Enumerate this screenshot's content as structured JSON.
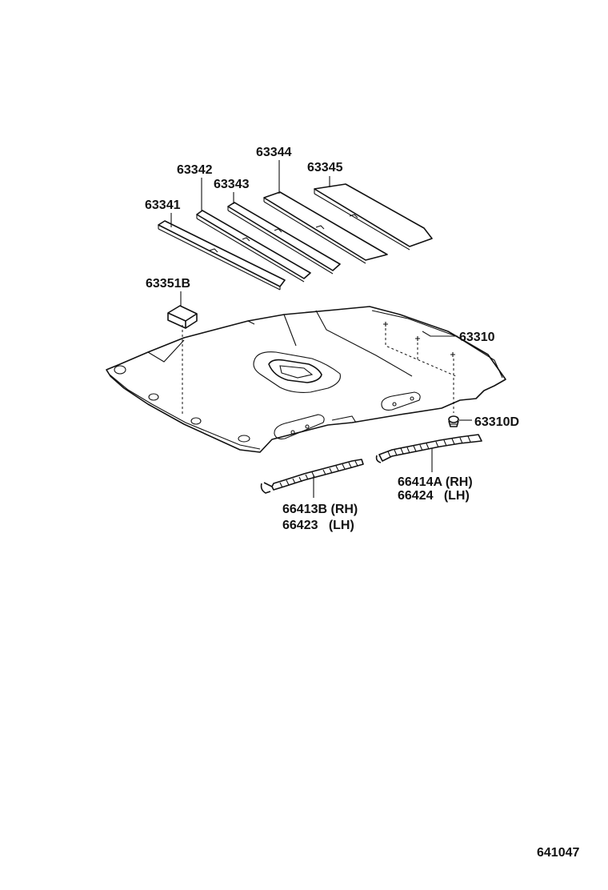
{
  "labels": {
    "p63344": "63344",
    "p63345": "63345",
    "p63342": "63342",
    "p63343": "63343",
    "p63341": "63341",
    "p63351B": "63351B",
    "p63310": "63310",
    "p63310D": "63310D",
    "p66414A": "66414A (RH)",
    "p66424": "66424   (LH)",
    "p66413B": "66413B (RH)",
    "p66423": "66423   (LH)",
    "diagram_id": "641047"
  }
}
